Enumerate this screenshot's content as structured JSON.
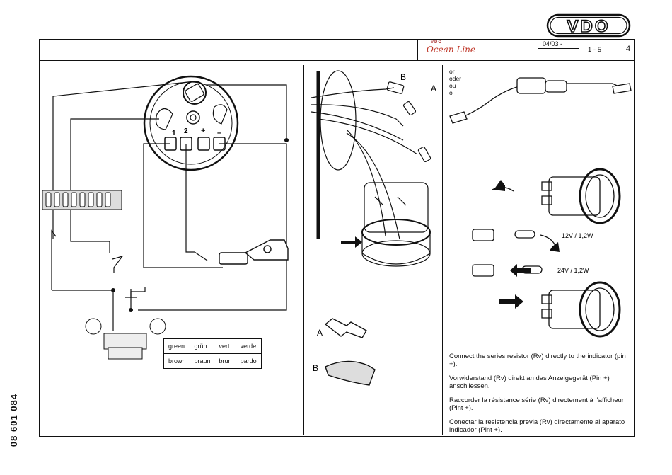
{
  "header": {
    "brand_logo": "VDO",
    "ocean_line_vdo": "VDO",
    "ocean_line_text": "Ocean Line",
    "date": "04/03 -",
    "page_range": "1 - 5",
    "page_number": "4"
  },
  "doc_number": "08 601 084",
  "wiring": {
    "pin_labels": [
      "1",
      "2",
      "+",
      "–"
    ],
    "color_table": [
      [
        "green",
        "grün",
        "vert",
        "verde"
      ],
      [
        "brown",
        "braun",
        "brun",
        "pardo"
      ]
    ]
  },
  "middle": {
    "label_a": "A",
    "label_b": "B",
    "part_a": "A",
    "part_b": "B"
  },
  "right": {
    "alternatives": [
      "or",
      "oder",
      "ou",
      "o"
    ],
    "res_12v": "12V / 1,2W",
    "res_24v": "24V / 1,2W",
    "instructions": [
      "Connect the series resistor (Rv) directly to the indicator (pin +).",
      "Vorwiderstand (Rv) direkt an das Anzeigegerät (Pin +) anschliessen.",
      "Raccorder la résistance série (Rv) directement à l’afficheur (Pint +).",
      "Conectar la resistencia previa (Rv) directamente al aparato indicador (Pint +)."
    ]
  }
}
